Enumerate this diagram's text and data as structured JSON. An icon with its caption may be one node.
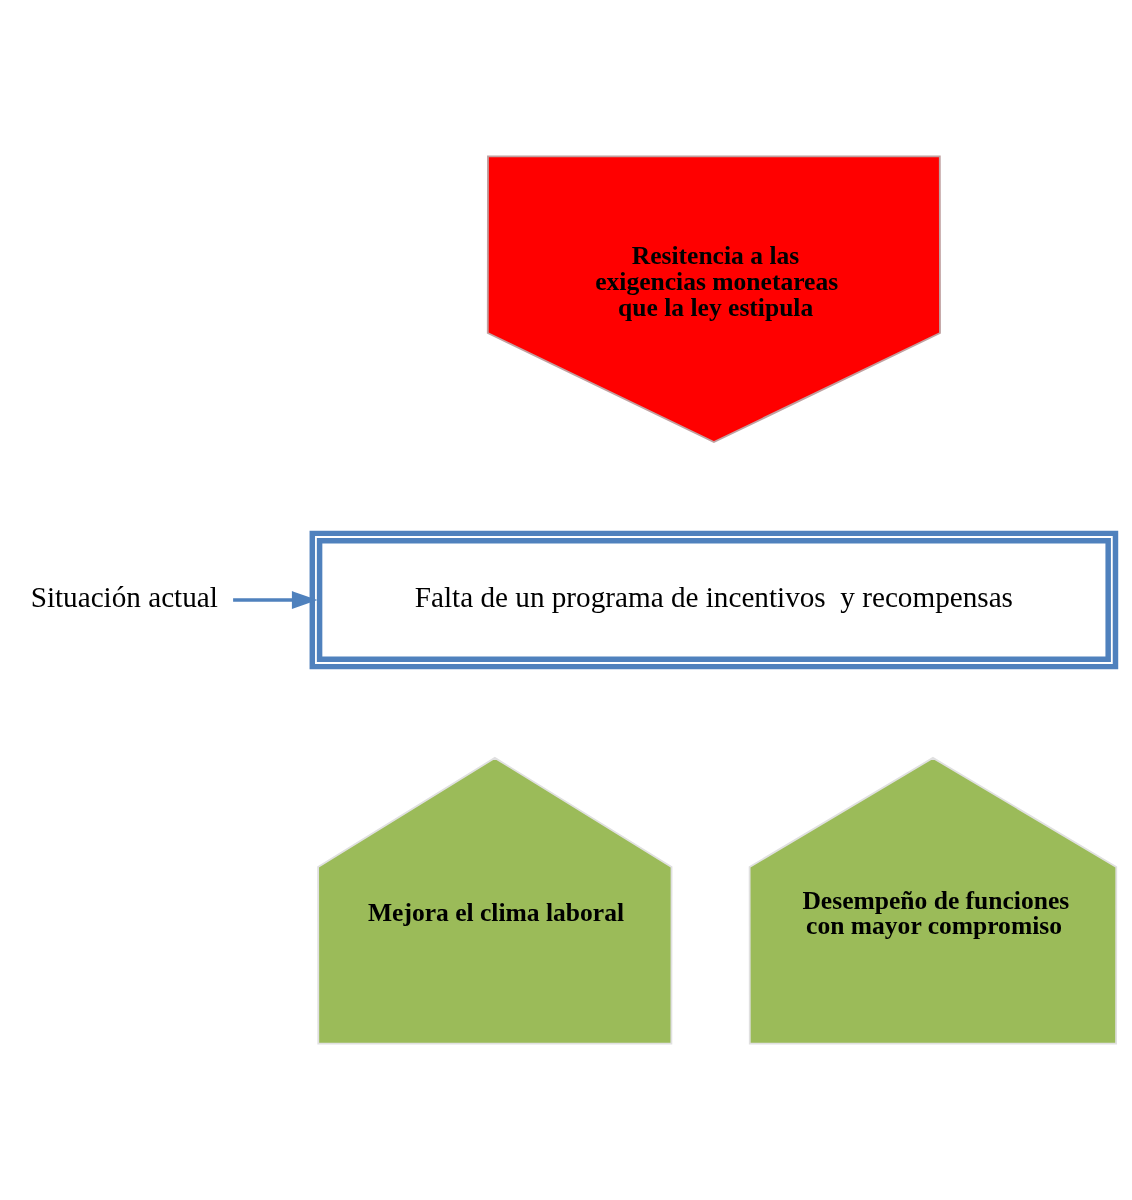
{
  "diagram": {
    "nodes": [
      {
        "text": [
          "Resitencia a las exigencias monetareas que la ley estipula"
        ]
      },
      {
        "text": [
          "Situación actual"
        ]
      },
      {
        "text": [
          "Falta de un programa de incentivos  y recompensas"
        ]
      },
      {
        "text": [
          "Mejora el clima laboral"
        ]
      },
      {
        "text": [
          "Desempeño de funciones con mayor compromiso"
        ]
      }
    ],
    "edges": [
      {
        "from": 1,
        "to": 2,
        "arrow": "to",
        "color": "#4f81bd"
      }
    ]
  }
}
